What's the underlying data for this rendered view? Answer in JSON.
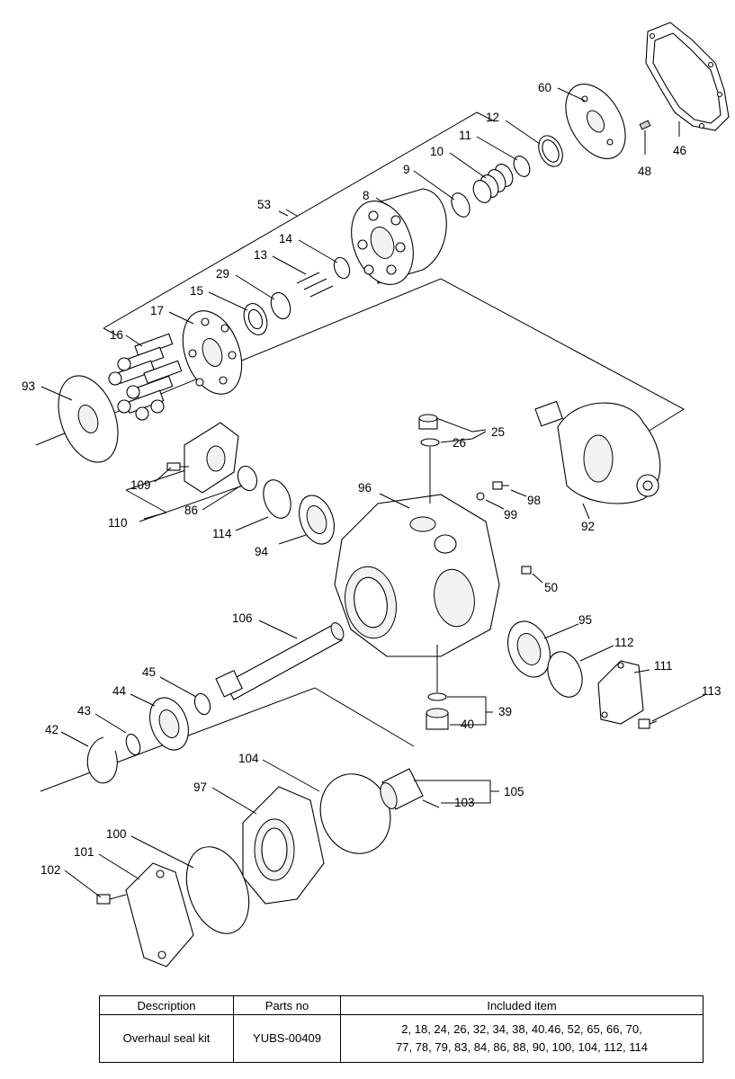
{
  "diagram": {
    "part_labels": [
      "53",
      "12",
      "60",
      "11",
      "10",
      "9",
      "8",
      "14",
      "13",
      "29",
      "15",
      "17",
      "16",
      "93",
      "48",
      "46",
      "25",
      "26",
      "109",
      "110",
      "86",
      "114",
      "96",
      "94",
      "99",
      "98",
      "92",
      "50",
      "106",
      "45",
      "95",
      "112",
      "111",
      "44",
      "43",
      "42",
      "113",
      "39",
      "40",
      "104",
      "105",
      "97",
      "103",
      "100",
      "101",
      "102"
    ]
  },
  "table": {
    "headers": [
      "Description",
      "Parts no",
      "Included item"
    ],
    "rows": [
      {
        "description": "Overhaul seal kit",
        "parts_no": "YUBS-00409",
        "included_line1": "2, 18, 24, 26, 32, 34, 38, 40.46, 52, 65, 66, 70,",
        "included_line2": "77, 78, 79, 83, 84, 86, 88, 90, 100, 104, 112, 114"
      }
    ]
  }
}
